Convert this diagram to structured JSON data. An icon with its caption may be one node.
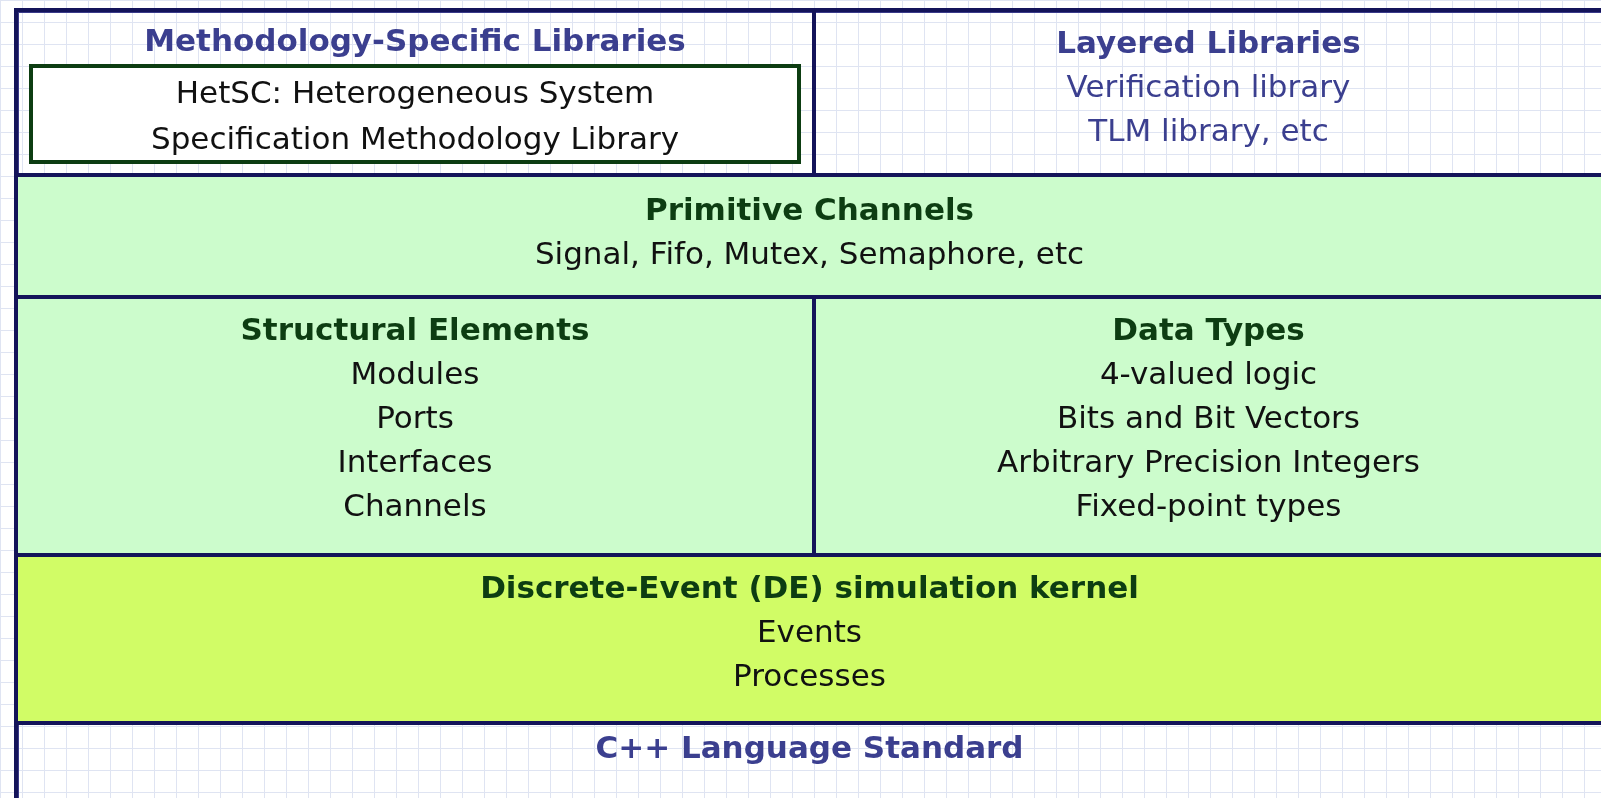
{
  "diagram": {
    "nodes": [
      {
        "text": [
          "Methodology-Specific Libraries"
        ]
      },
      {
        "text": [
          "HetSC: Heterogeneous System Specification Methodology Library"
        ],
        "in": 0
      },
      {
        "text": [
          "Layered Libraries",
          "Verification library",
          "TLM library, etc"
        ]
      },
      {
        "text": [
          "Primitive Channels",
          "Signal, Fifo, Mutex, Semaphore, etc"
        ]
      },
      {
        "text": [
          "Structural Elements",
          "Modules",
          "Ports",
          "Interfaces",
          "Channels"
        ]
      },
      {
        "text": [
          "Data Types",
          "4-valued logic",
          "Bits and Bit Vectors",
          "Arbitrary Precision Integers",
          "Fixed-point types"
        ]
      },
      {
        "text": [
          "Discrete-Event (DE) simulation kernel",
          "Events",
          "Processes"
        ]
      },
      {
        "text": [
          "C++ Language Standard"
        ]
      }
    ],
    "edges": []
  }
}
